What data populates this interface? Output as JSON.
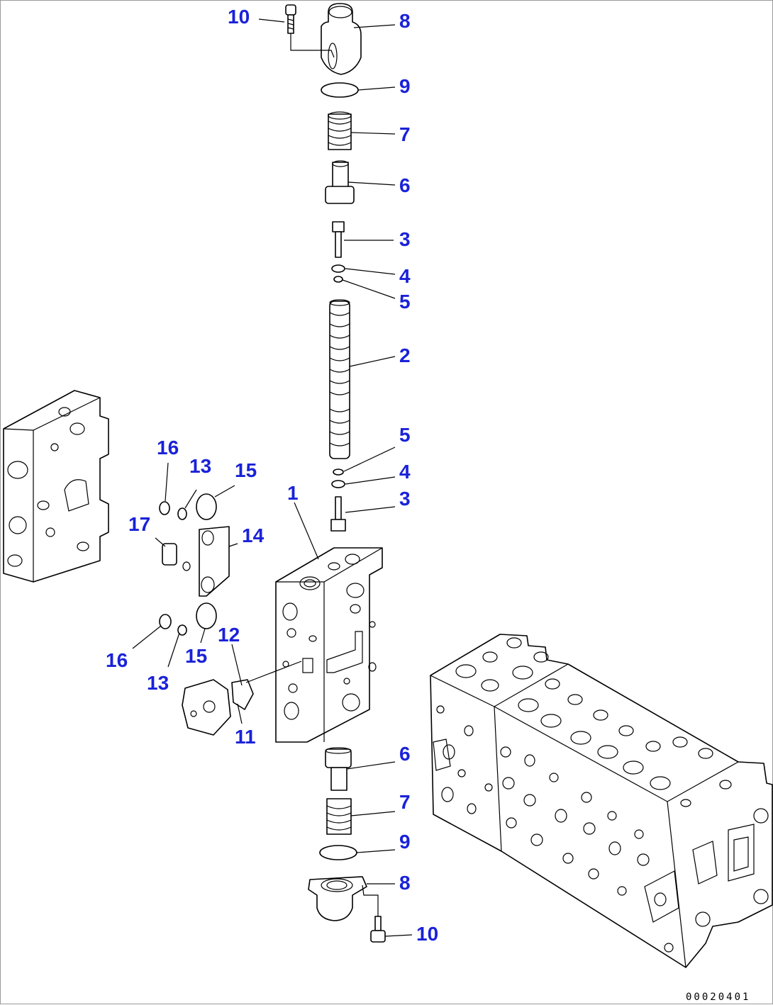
{
  "diagram": {
    "drawing_code": "00020401",
    "callouts": {
      "c10_top": "10",
      "c8_top": "8",
      "c9_top": "9",
      "c7_top": "7",
      "c6_top": "6",
      "c3_top": "3",
      "c4_top": "4",
      "c5_top": "5",
      "c2": "2",
      "c5_mid": "5",
      "c4_mid": "4",
      "c3_mid": "3",
      "c1": "1",
      "c16_top": "16",
      "c13_top": "13",
      "c15_top": "15",
      "c17": "17",
      "c14": "14",
      "c12": "12",
      "c16_bot": "16",
      "c13_bot": "13",
      "c15_bot": "15",
      "c11": "11",
      "c6_bot": "6",
      "c7_bot": "7",
      "c9_bot": "9",
      "c8_bot": "8",
      "c10_bot": "10"
    }
  }
}
